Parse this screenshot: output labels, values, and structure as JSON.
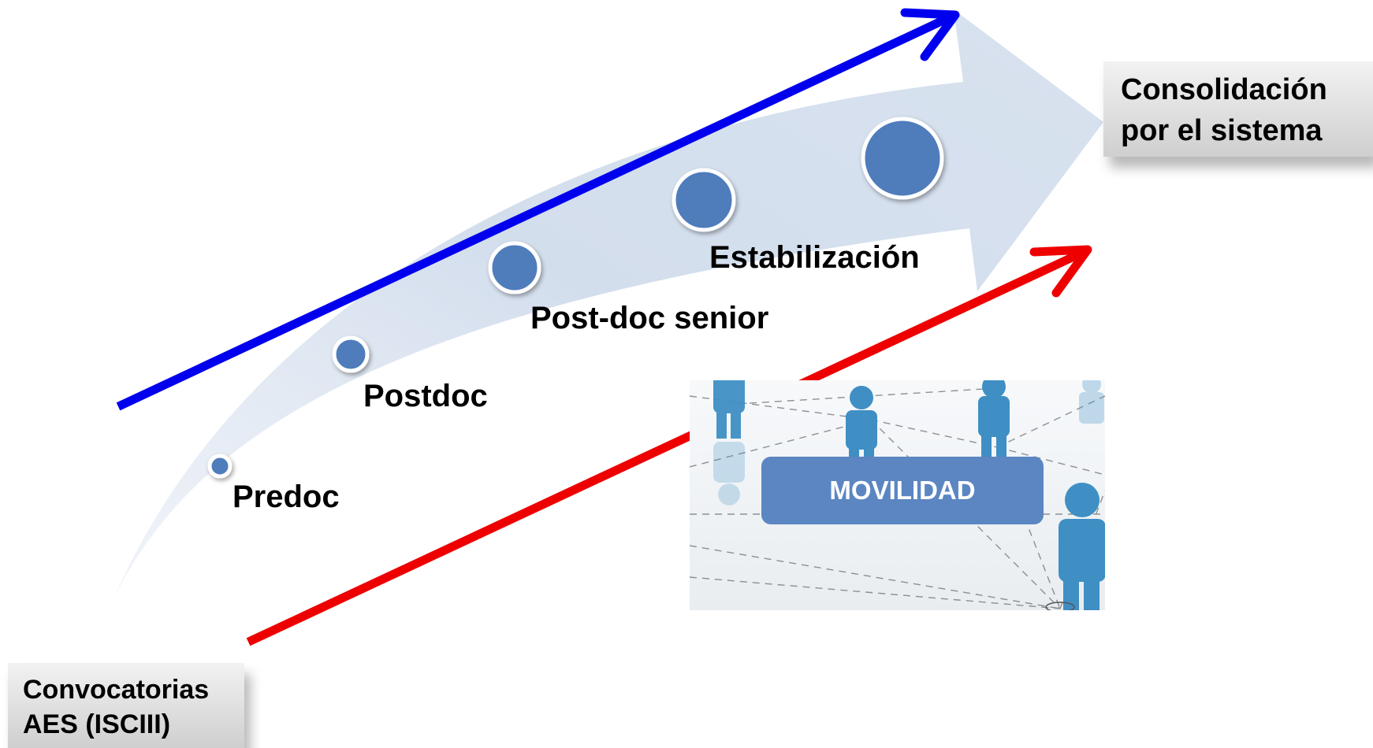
{
  "stages": [
    {
      "id": "predoc",
      "label": "Predoc"
    },
    {
      "id": "postdoc",
      "label": "Postdoc"
    },
    {
      "id": "postdoc-senior",
      "label": "Post-doc senior"
    },
    {
      "id": "estabilizacion",
      "label": "Estabilización"
    }
  ],
  "end_box": {
    "line1": "Consolidación",
    "line2": "por el sistema"
  },
  "start_box": {
    "line1": "Convocatorias",
    "line2": "AES (ISCIII)"
  },
  "mobility": {
    "label": "MOVILIDAD"
  },
  "colors": {
    "progress_arrow": "#d6e0ee",
    "blue_arrow": "#0000ee",
    "red_arrow": "#ee0000",
    "stage_dot": "#4f7cbb",
    "mobility_badge": "#5b86c2",
    "person_figure": "#3f8fc4"
  }
}
